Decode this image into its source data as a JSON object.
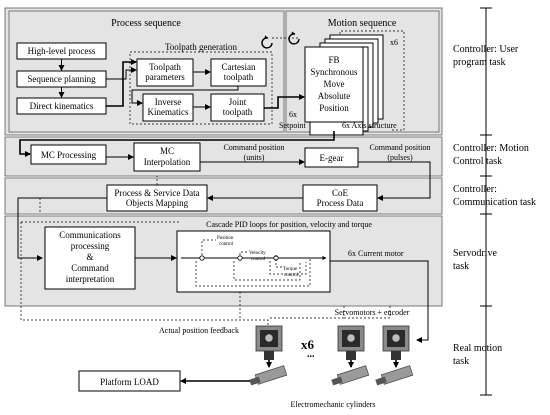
{
  "panels": {
    "process_title": "Process sequence",
    "motion_title": "Motion sequence",
    "toolpath_title": "Toolpath generation"
  },
  "blocks": {
    "high_level": "High-level process",
    "seq_planning": "Sequence planning",
    "direct_kin": "Direct kinematics",
    "toolpath_params": [
      "Toolpath",
      "parameters"
    ],
    "cartesian": [
      "Cartesian",
      "toolpath"
    ],
    "inverse_kin": [
      "Inverse",
      "Kinematics"
    ],
    "joint_toolpath": [
      "Joint",
      "toolpath"
    ],
    "fb": [
      "FB",
      "Synchronous",
      "Move",
      "Absolute",
      "Position"
    ],
    "x6_fb": "x6",
    "setpoint": [
      "6x",
      "Setpoint"
    ],
    "axis_structure": "6x Axis structure",
    "mc_processing": "MC Processing",
    "mc_interp": [
      "MC",
      "Interpolation"
    ],
    "cmd_units": [
      "Command position",
      "(units)"
    ],
    "egear": "E-gear",
    "cmd_pulses": [
      "Command position",
      "(pulses)"
    ],
    "psdo": [
      "Process & Service Data",
      "Objects Mapping"
    ],
    "coe": [
      "CoE",
      "Process Data"
    ],
    "cascade_title": "Cascade PID loops for position, velocity and torque",
    "position_control": [
      "Position",
      "control"
    ],
    "velocity_control": [
      "Velocity",
      "control"
    ],
    "torque_control": [
      "Torque",
      "control"
    ],
    "comm_processing": [
      "Communications",
      "processing",
      "&",
      "Command",
      "interpretation"
    ],
    "current_motor": "6x Current motor",
    "actual_feedback": "Actual position feedback",
    "servomotors": "Servomotors + encoder",
    "x6_motors": "x6",
    "dots": "...",
    "platform_load": "Platform LOAD",
    "cylinders": "Electromechanic cylinders"
  },
  "right_labels": [
    [
      "Controller: User",
      "program task"
    ],
    [
      "Controller: Motion",
      "Control task"
    ],
    [
      "Controller:",
      "Communication task"
    ],
    [
      "Servodrive",
      "task"
    ],
    [
      "Real motion",
      "task"
    ]
  ]
}
